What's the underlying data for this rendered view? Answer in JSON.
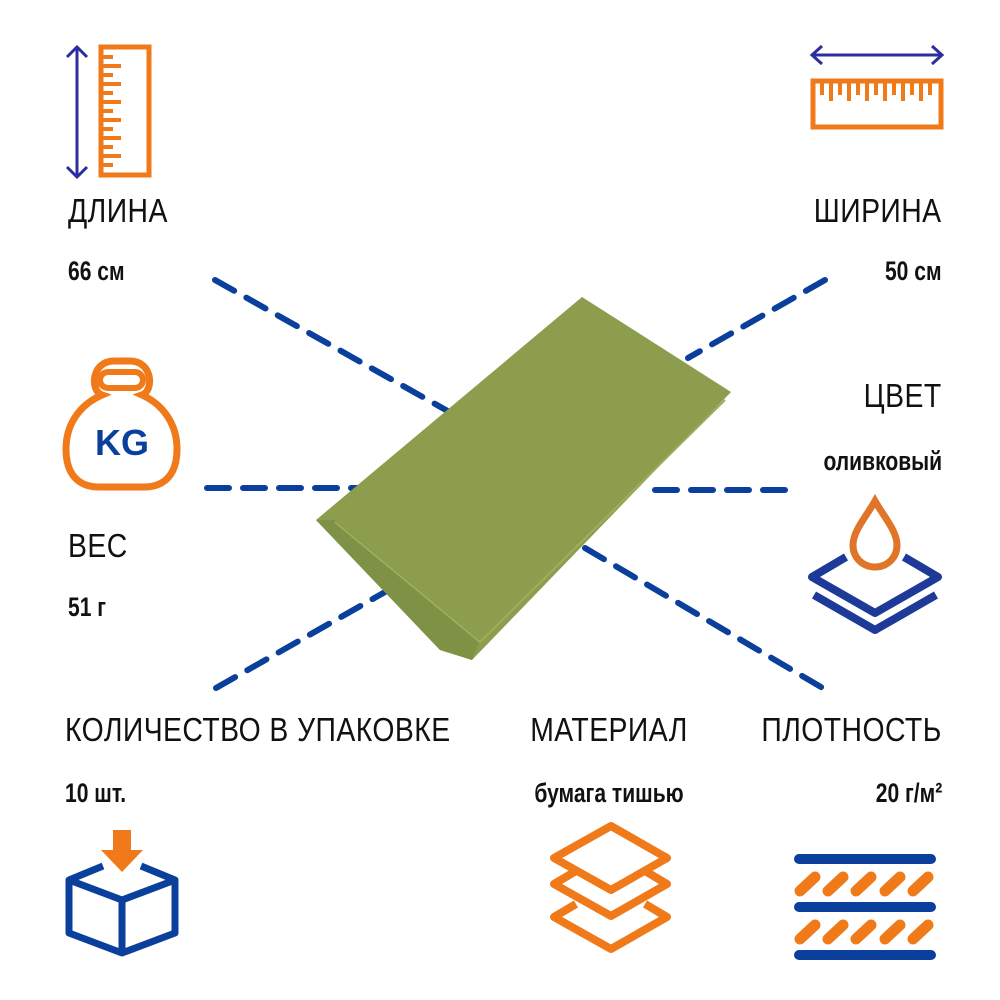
{
  "colors": {
    "accent_orange": "#F07A1A",
    "accent_blue": "#0B3F9C",
    "product_green": "#8C9E4E"
  },
  "specs": {
    "length": {
      "label": "ДЛИНА",
      "value": "66 см",
      "icon": "ruler-vertical-icon"
    },
    "width": {
      "label": "ШИРИНА",
      "value": "50 см",
      "icon": "ruler-horizontal-icon"
    },
    "color": {
      "label": "ЦВЕТ",
      "value": "оливковый",
      "icon": "drop-layers-icon"
    },
    "weight": {
      "label": "ВЕС",
      "value": "51 г",
      "icon": "kettlebell-icon",
      "icon_text": "KG"
    },
    "quantity": {
      "label": "КОЛИЧЕСТВО В УПАКОВКЕ",
      "value": "10 шт.",
      "icon": "box-icon"
    },
    "material": {
      "label": "МАТЕРИАЛ",
      "value": "бумага тишью",
      "icon": "layers-icon"
    },
    "density": {
      "label": "ПЛОТНОСТЬ",
      "value": "20 г/м²",
      "icon": "density-icon"
    }
  }
}
